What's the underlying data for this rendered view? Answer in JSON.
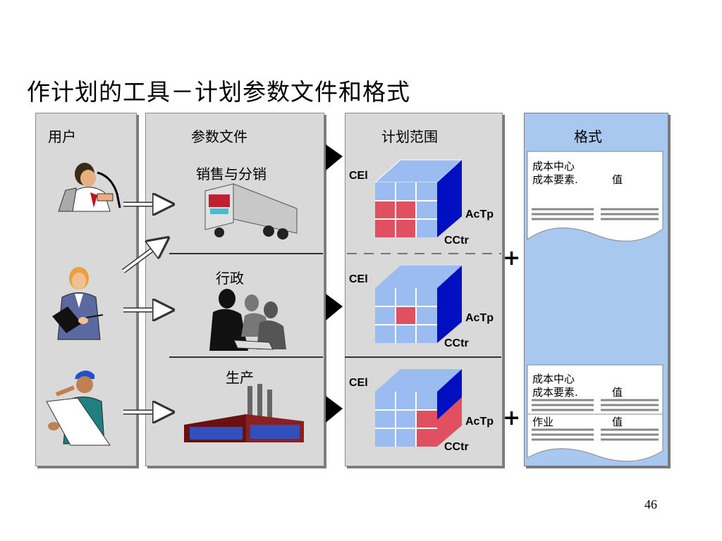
{
  "title": "作计划的工具－计划参数文件和格式",
  "columns": {
    "user": "用户",
    "param_file": "参数文件",
    "plan_range": "计划范围",
    "format": "格式"
  },
  "param_rows": [
    "销售与分销",
    "行政",
    "生产"
  ],
  "cube_labels": {
    "cel": "CEl",
    "actp": "AcTp",
    "cctr": "CCtr"
  },
  "format_sheets": [
    {
      "line1": "成本中心",
      "line2": "成本要素.",
      "value": "值"
    },
    {
      "line1": "成本中心",
      "line2": "成本要素.",
      "value": "值",
      "line3": "作业",
      "value3": "值"
    }
  ],
  "plus": "+",
  "page_number": "46",
  "colors": {
    "panel": "#d9d9d9",
    "format_panel": "#a8c8f0",
    "cube_blue": "#9bbcf0",
    "cube_dark": "#0000cc",
    "cube_red": "#e05060"
  }
}
